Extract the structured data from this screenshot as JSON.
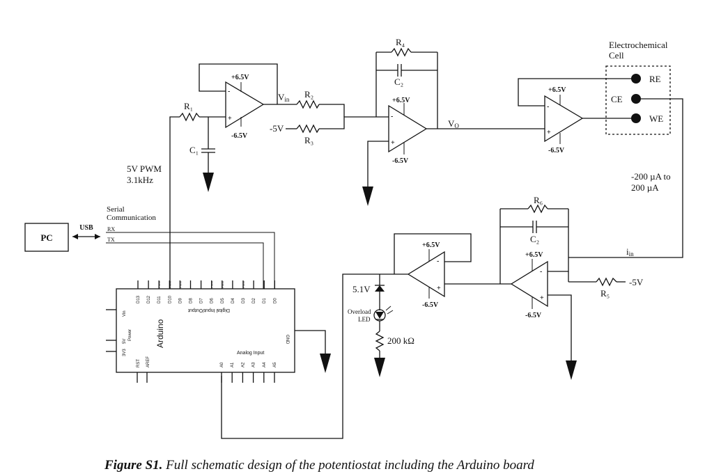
{
  "components": {
    "pc": "PC",
    "usb": "USB",
    "serial": [
      "Serial",
      "Communication"
    ],
    "rx": "RX",
    "tx": "TX",
    "pwm": [
      "5V PWM",
      "3.1kHz"
    ],
    "r1": "R₁",
    "c1": "C₁",
    "r2": "R₂",
    "r3": "R₃",
    "r4": "R₄",
    "c2": "C₂",
    "r5": "R₅",
    "r6": "R₆",
    "vin": "V",
    "vin_sub": "in",
    "vo": "V",
    "vo_sub": "O",
    "iin": "i",
    "iin_sub": "in",
    "neg5v": "-5V",
    "pos_supply": "+6.5V",
    "neg_supply": "-6.5V",
    "minus": "-",
    "plus": "+",
    "cell_title": [
      "Electrochemical",
      "Cell"
    ],
    "re": "RE",
    "ce": "CE",
    "we": "WE",
    "current_range": [
      "-200 µA to",
      "200 µA"
    ],
    "zener": "5.1V",
    "led": [
      "Overload",
      "LED"
    ],
    "r200k": "200 kΩ"
  },
  "arduino": {
    "name": "Arduino",
    "digital_header": "Digital Input/Output",
    "analog_header": "Analog Input",
    "digital_pins": [
      "D13",
      "D12",
      "D11",
      "D10",
      "D9",
      "D8",
      "D7",
      "D6",
      "D5",
      "D4",
      "D3",
      "D2",
      "D1",
      "D0"
    ],
    "pwm_mark": "PWM",
    "analog_pins": [
      "A0",
      "A1",
      "A2",
      "A3",
      "A4",
      "A5"
    ],
    "left_pins": [
      "Vin",
      "5V",
      "3V3"
    ],
    "power_label": "Power",
    "bottom_pins": [
      "RST",
      "AREF"
    ],
    "gnd": "GND"
  },
  "caption": {
    "bold": "Figure S1.",
    "text": " Full schematic design of the potentiostat including the Arduino board"
  }
}
